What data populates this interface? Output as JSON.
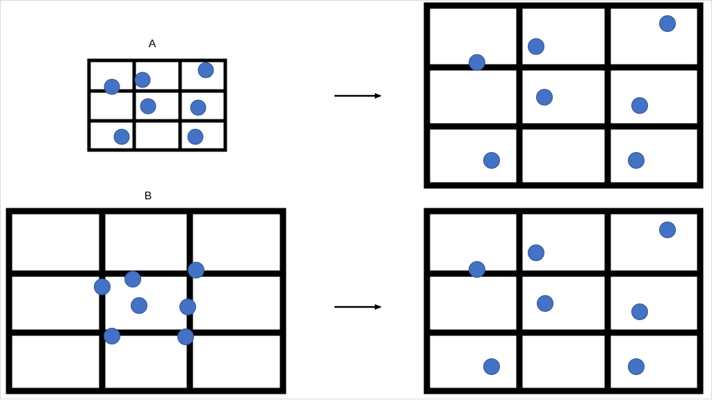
{
  "labels": {
    "a": "A",
    "b": "B"
  },
  "colors": {
    "background": "#ffffff",
    "grid_line": "#000000",
    "dot_fill": "#4472c4",
    "dot_stroke": "#2f528f",
    "arrow": "#000000"
  },
  "grids": {
    "rows": 3,
    "cols": 3
  },
  "panels": [
    {
      "id": "grid-a-source",
      "label": "A",
      "dot_count": 7
    },
    {
      "id": "grid-a-target",
      "dot_count": 7
    },
    {
      "id": "grid-b-source",
      "label": "B",
      "dot_count": 7
    },
    {
      "id": "grid-b-target",
      "dot_count": 7
    }
  ]
}
